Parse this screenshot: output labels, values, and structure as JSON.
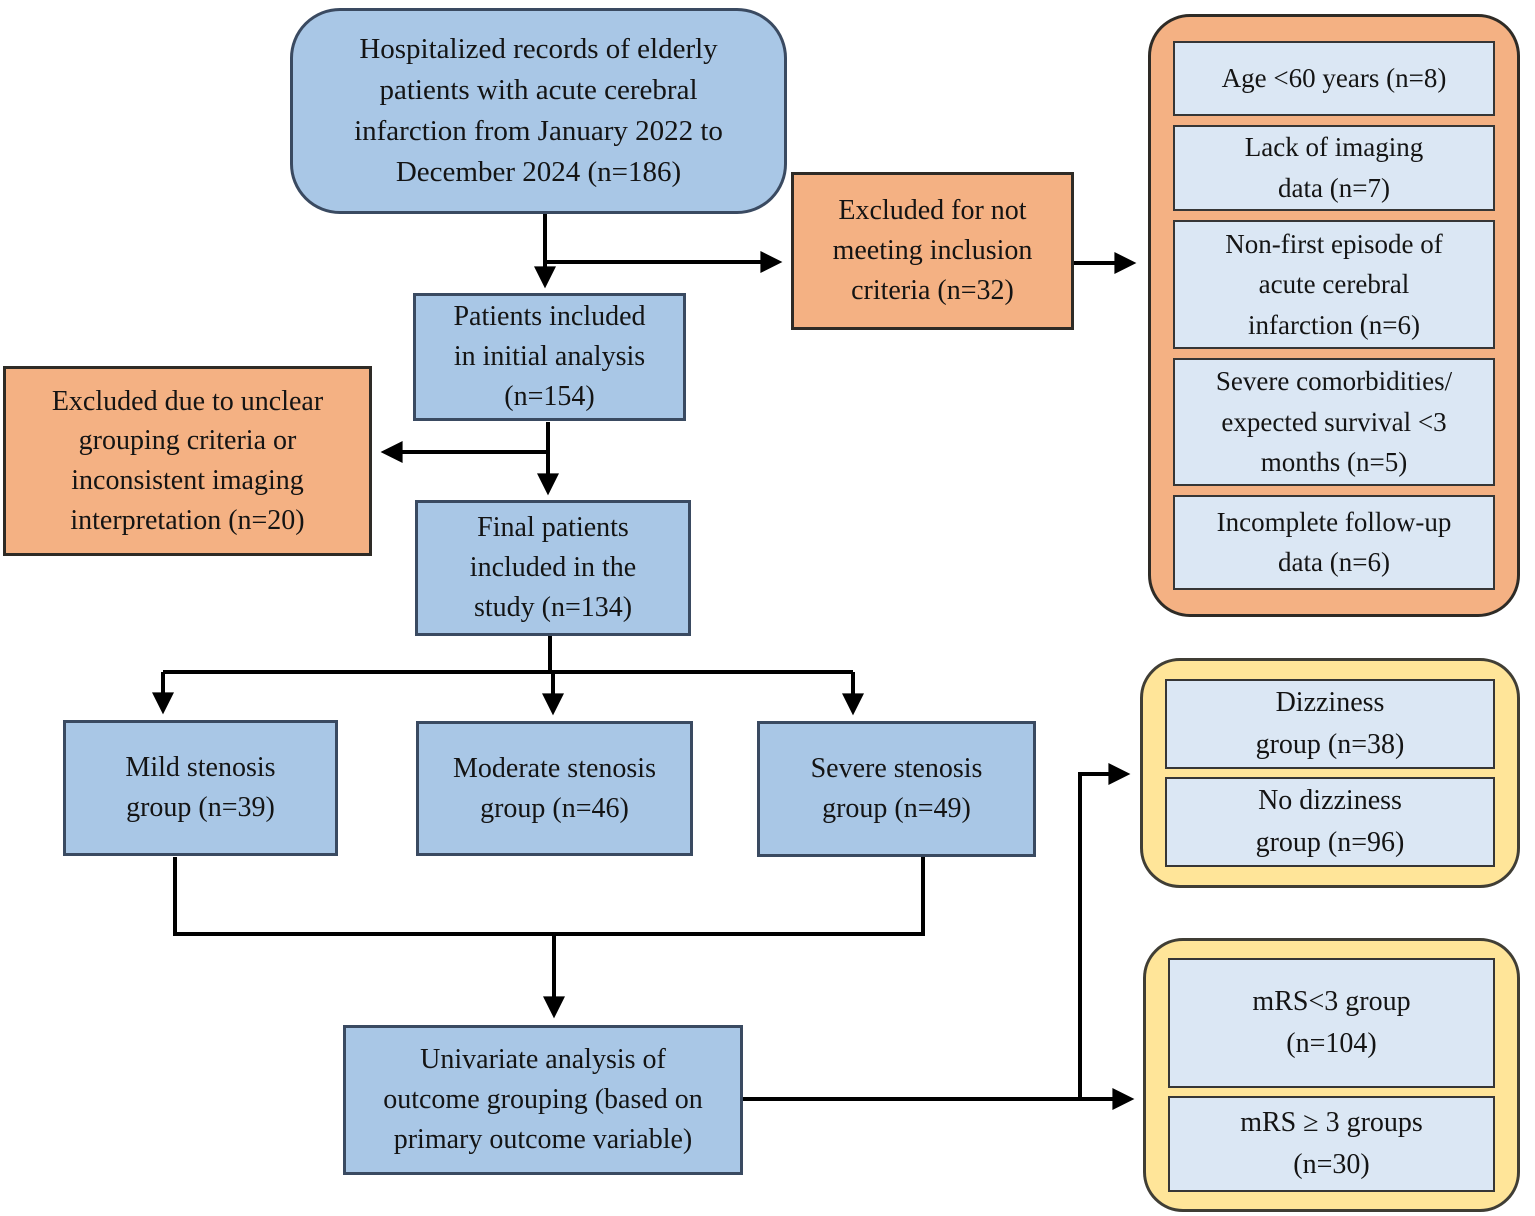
{
  "colors": {
    "blue_fill": "#a9c7e6",
    "blue_border": "#3a4a61",
    "orange_fill": "#f4b183",
    "orange_border": "#2e2b26",
    "yellow_fill": "#ffe599",
    "yellow_border": "#403e35",
    "lightblue_fill": "#dbe7f4",
    "lightblue_border": "#363636",
    "line": "#000000",
    "text": "#141414",
    "background": "#ffffff"
  },
  "flowchart": {
    "start": {
      "label": "Hospitalized records of elderly\npatients with acute cerebral\ninfarction from January 2022 to\nDecember 2024 (n=186)"
    },
    "excluded_inclusion": {
      "label": "Excluded for not\nmeeting inclusion\ncriteria (n=32)"
    },
    "exclusion_reasons": {
      "items": [
        {
          "label": "Age <60 years (n=8)"
        },
        {
          "label": "Lack of imaging\ndata (n=7)"
        },
        {
          "label": "Non-first episode of\nacute cerebral\ninfarction (n=6)"
        },
        {
          "label": "Severe comorbidities/\nexpected survival <3\nmonths (n=5)"
        },
        {
          "label": "Incomplete follow-up\ndata (n=6)"
        }
      ]
    },
    "initial_analysis": {
      "label": "Patients included\nin initial analysis\n(n=154)"
    },
    "excluded_grouping": {
      "label": "Excluded due to unclear\ngrouping criteria or\ninconsistent imaging\ninterpretation (n=20)"
    },
    "final_included": {
      "label": "Final patients\nincluded in the\nstudy (n=134)"
    },
    "mild_group": {
      "label": "Mild stenosis\ngroup (n=39)"
    },
    "moderate_group": {
      "label": "Moderate stenosis\ngroup (n=46)"
    },
    "severe_group": {
      "label": "Severe stenosis\ngroup (n=49)"
    },
    "dizziness_panel": {
      "items": [
        {
          "label": "Dizziness\ngroup (n=38)"
        },
        {
          "label": "No dizziness\ngroup (n=96)"
        }
      ]
    },
    "univariate": {
      "label": "Univariate analysis of\noutcome grouping (based on\nprimary outcome variable)"
    },
    "mrs_panel": {
      "items": [
        {
          "label": "mRS<3 group\n(n=104)"
        },
        {
          "label": "mRS ≥ 3 groups\n(n=30)"
        }
      ]
    }
  }
}
